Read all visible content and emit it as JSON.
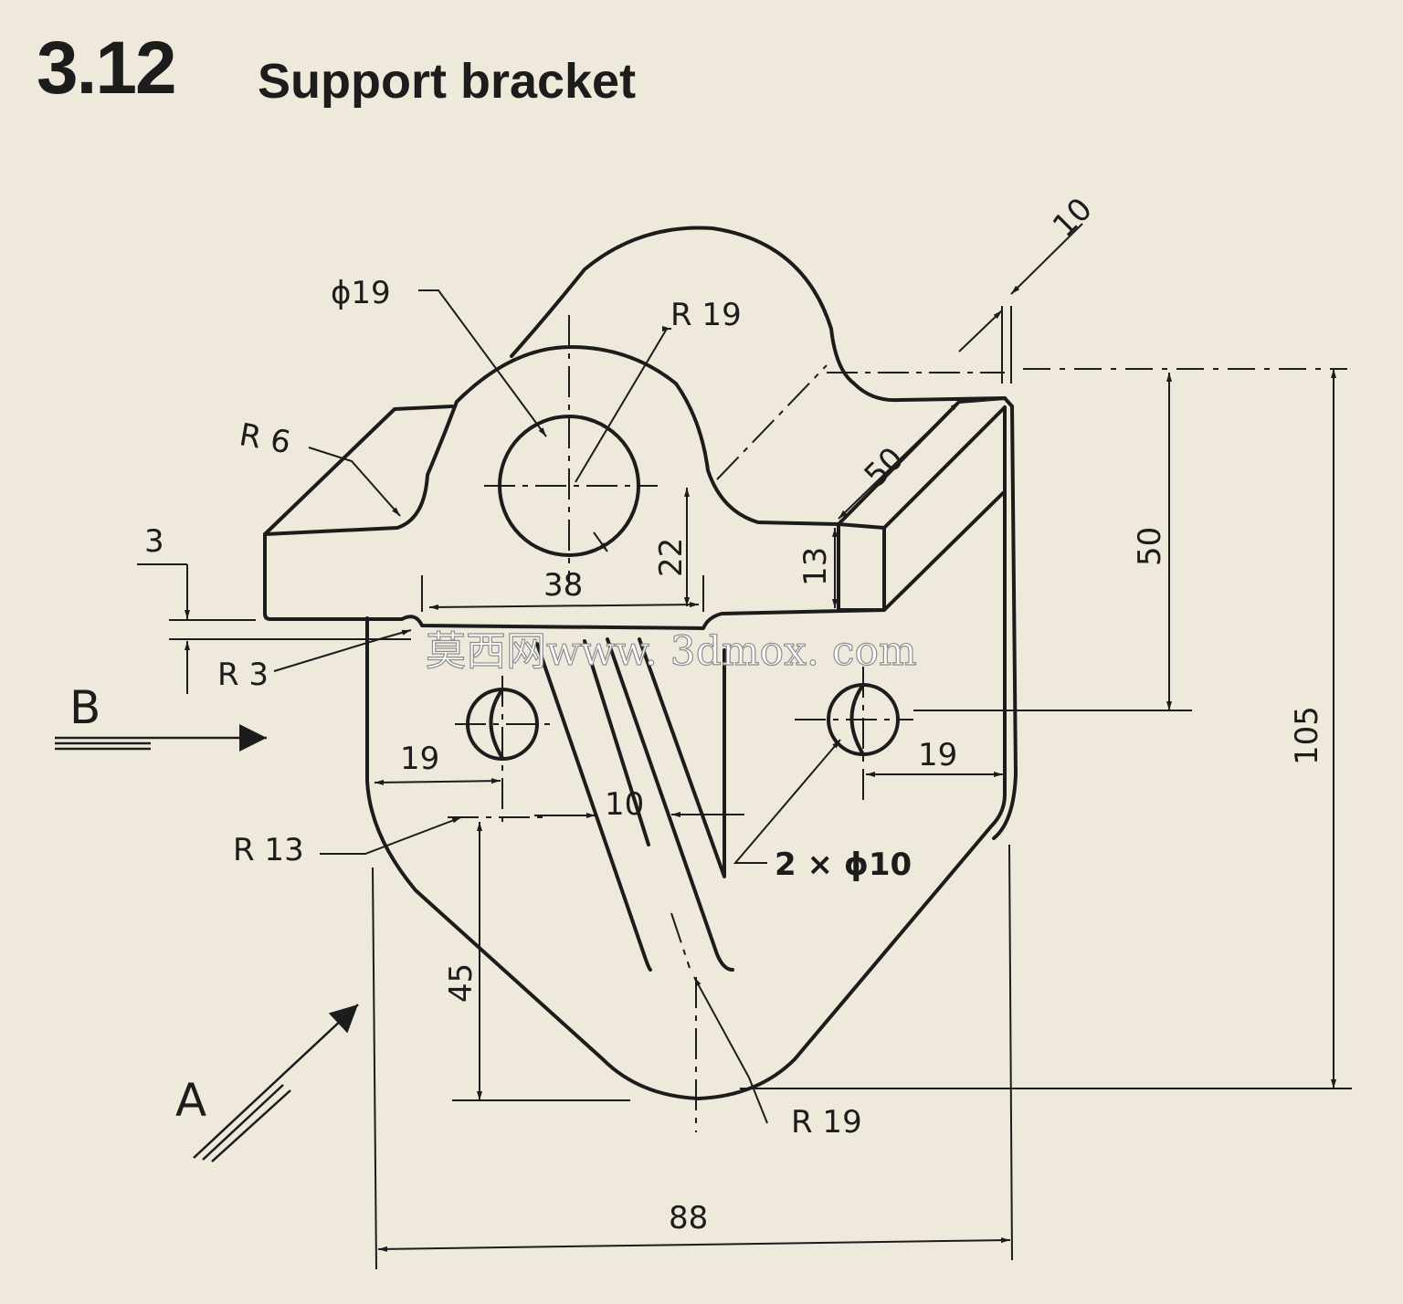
{
  "header": {
    "number": "3.12",
    "title": "Support bracket"
  },
  "dimensions": {
    "phi19": "ϕ19",
    "r19_top": "R 19",
    "ten_top": "10",
    "r6": "R 6",
    "fifty_diag": "50",
    "three": "3",
    "thirtyeight": "38",
    "twentytwo": "22",
    "thirteen": "13",
    "fifty_right": "50",
    "onehundredfive": "105",
    "r3": "R 3",
    "nineteen_left": "19",
    "nineteen_right": "19",
    "ten_slot": "10",
    "r13": "R 13",
    "two_holes": "2 × ϕ10",
    "fortyfive": "45",
    "r19_bottom": "R 19",
    "eightyeight": "88"
  },
  "views": {
    "view_a": "A",
    "view_b": "B"
  },
  "watermark": "莫西网www. 3dmox. com",
  "colors": {
    "paper": "#efe9dc",
    "ink": "#1c1c1c"
  }
}
